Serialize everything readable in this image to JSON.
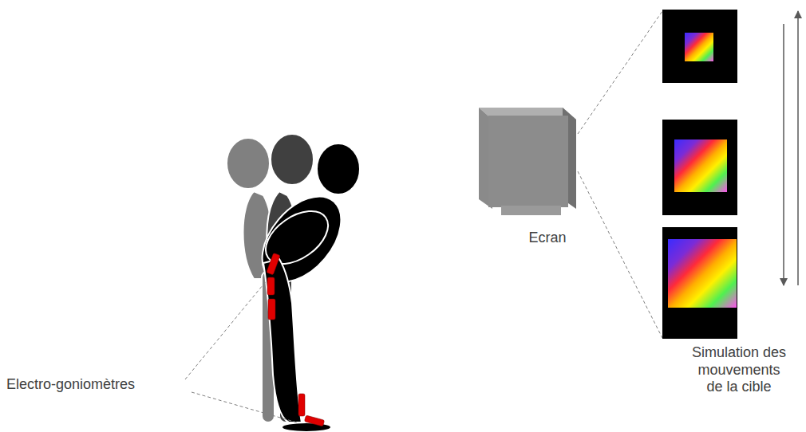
{
  "diagram": {
    "labels": [
      "Electro-goniomètres",
      "Ecran",
      "Simulation des mouvements de la cible"
    ]
  }
}
